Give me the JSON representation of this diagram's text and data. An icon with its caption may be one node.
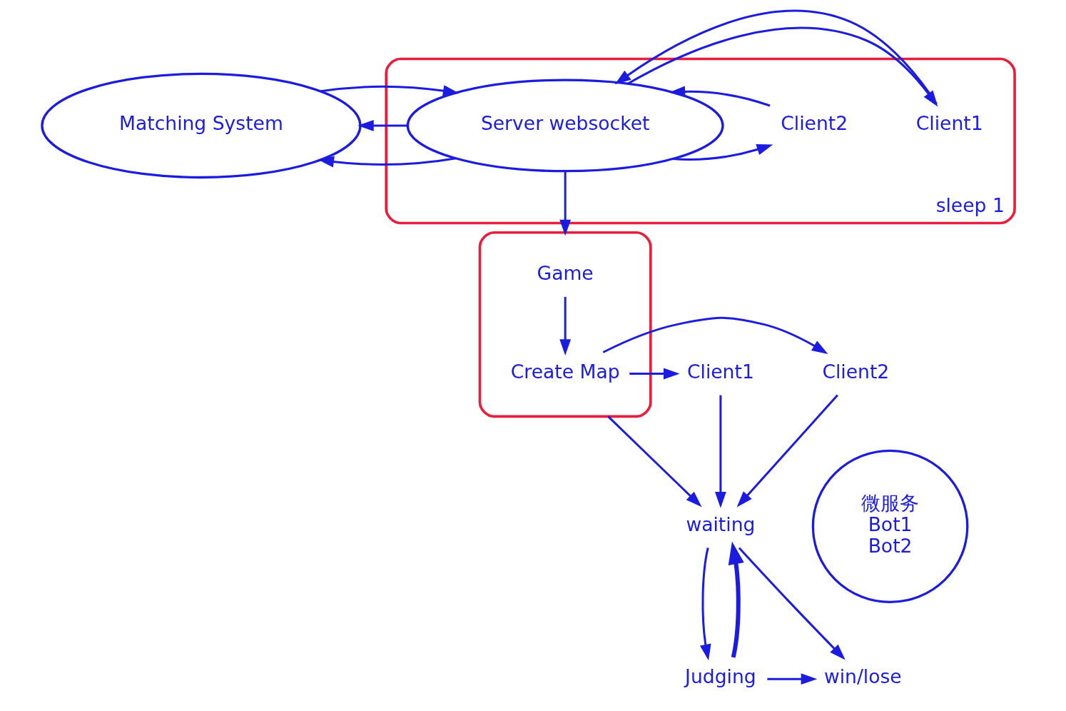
{
  "diagram": {
    "nodes": [
      {
        "text": [
          "Matching System"
        ]
      },
      {
        "text": [
          "sleep 1"
        ]
      },
      {
        "text": [
          "Server websocket"
        ],
        "in": 1
      },
      {
        "text": [
          "Client1"
        ],
        "in": 1
      },
      {
        "text": [
          "Client2"
        ],
        "in": 1
      },
      {
        "text": [],
        "shape": "box"
      },
      {
        "text": [
          "Game"
        ],
        "in": 5
      },
      {
        "text": [
          "Create Map"
        ],
        "in": 5
      },
      {
        "text": [
          "Client1"
        ]
      },
      {
        "text": [
          "Client2"
        ]
      },
      {
        "text": [
          "微服务",
          "Bot1",
          "Bot2"
        ]
      },
      {
        "text": [
          "waiting"
        ]
      },
      {
        "text": [
          "Judging"
        ]
      },
      {
        "text": [
          "win/lose"
        ]
      }
    ],
    "edges": [
      {
        "from": 2,
        "to": 0,
        "arrow": "to"
      },
      {
        "from": 2,
        "to": 0,
        "arrow": "to"
      },
      {
        "from": 0,
        "to": 2,
        "arrow": "to"
      },
      {
        "from": 2,
        "to": 3,
        "arrow": "to"
      },
      {
        "from": 3,
        "to": 2,
        "arrow": "to"
      },
      {
        "from": 2,
        "to": 4,
        "arrow": "to"
      },
      {
        "from": 4,
        "to": 2,
        "arrow": "to"
      },
      {
        "from": 2,
        "to": 5,
        "arrow": "to"
      },
      {
        "from": 6,
        "to": 7,
        "arrow": "to"
      },
      {
        "from": 7,
        "to": 8,
        "arrow": "to"
      },
      {
        "from": 7,
        "to": 9,
        "arrow": "to"
      },
      {
        "from": 5,
        "to": 11,
        "arrow": "to"
      },
      {
        "from": 8,
        "to": 11,
        "arrow": "to"
      },
      {
        "from": 9,
        "to": 11,
        "arrow": "to"
      },
      {
        "from": 12,
        "to": 11,
        "arrow": "to",
        "style": "thick"
      },
      {
        "from": 11,
        "to": 13,
        "arrow": "to"
      },
      {
        "from": 11,
        "to": 12,
        "arrow": "to"
      },
      {
        "from": 12,
        "to": 13,
        "arrow": "to"
      }
    ]
  }
}
